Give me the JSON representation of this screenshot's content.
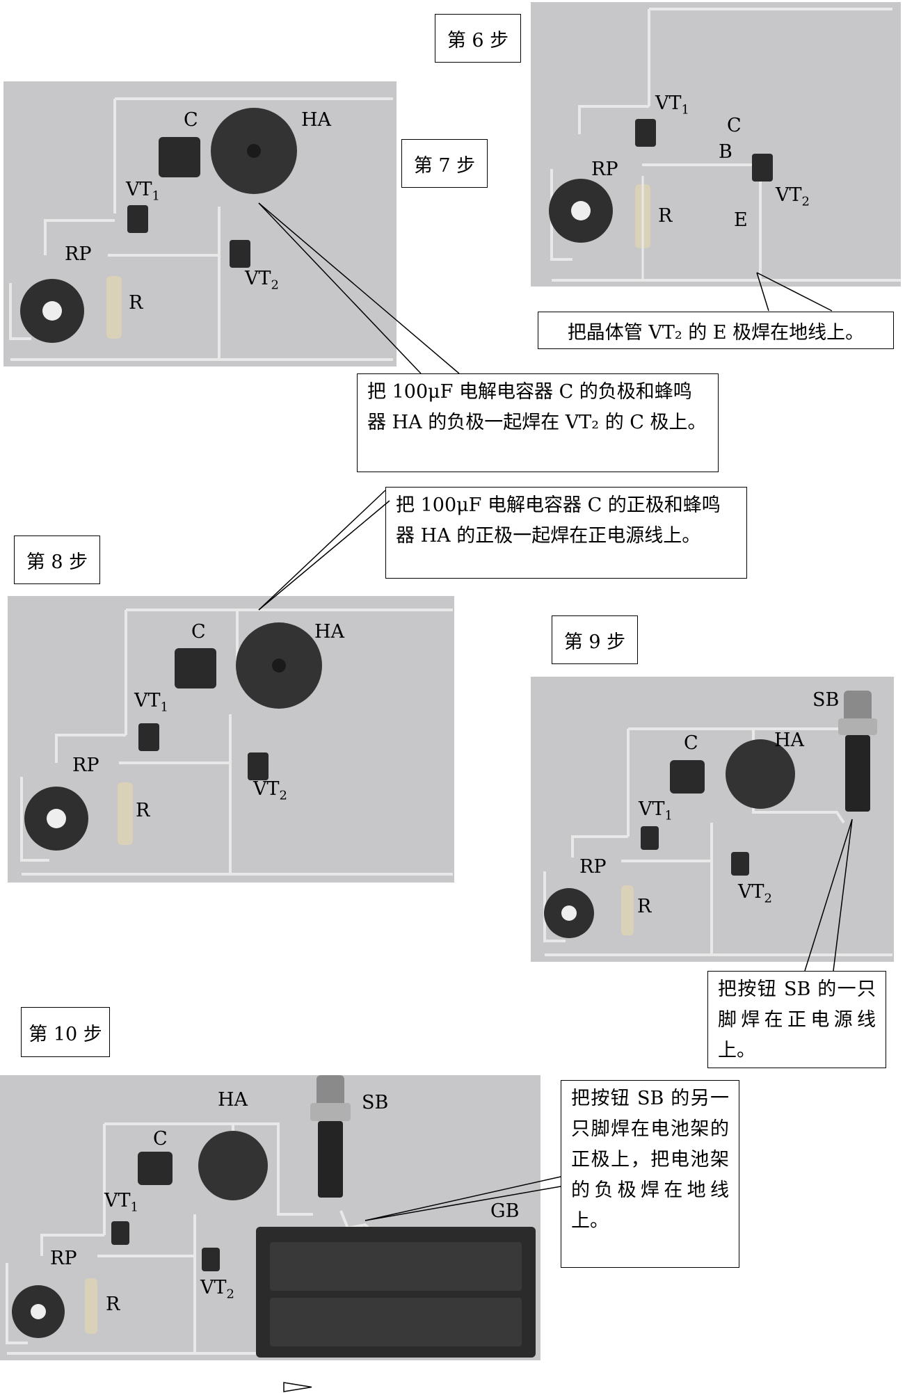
{
  "steps": {
    "s6": "第 6 步",
    "s7": "第 7 步",
    "s8": "第 8 步",
    "s9": "第 9 步",
    "s10": "第 10 步"
  },
  "captions": {
    "c6": "把晶体管 VT₂ 的 E 极焊在地线上。",
    "c7": "把 100μF 电解电容器 C 的负极和蜂鸣器 HA 的负极一起焊在 VT₂ 的 C 极上。",
    "c8": "把 100μF 电解电容器 C 的正极和蜂鸣器 HA 的正极一起焊在正电源线上。",
    "c9": "把按钮 SB 的一只脚焊在正电源线上。",
    "c10": "把按钮 SB 的另一只脚焊在电池架的正极上，把电池架的负极焊在地线上。"
  },
  "labels": {
    "vt": "VT",
    "sub1": "1",
    "sub2": "2",
    "rp": "RP",
    "r": "R",
    "c": "C",
    "b": "B",
    "e": "E",
    "ha": "HA",
    "sb": "SB",
    "gb": "GB"
  },
  "colors": {
    "photo_bg": "#c7c7c9",
    "wire": "#e6e6e6",
    "component_dark": "#2a2a2a"
  }
}
